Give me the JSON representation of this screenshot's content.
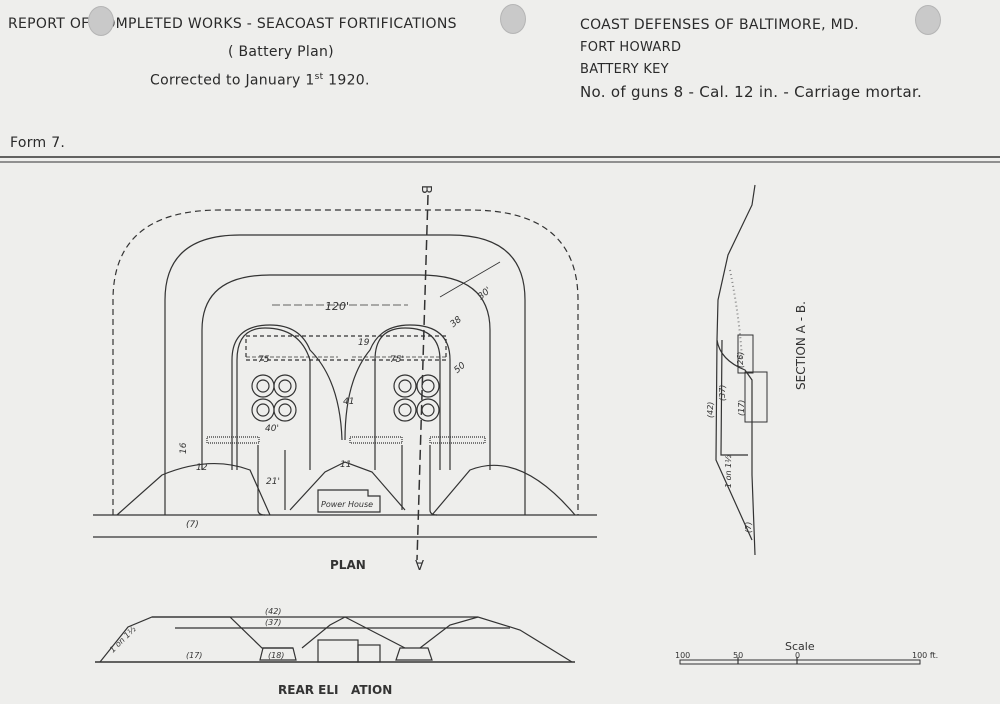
{
  "header": {
    "left": {
      "title": "REPORT OF COMPLETED WORKS - SEACOAST FORTIFICATIONS",
      "subtitle": "( Battery Plan)",
      "corrected_prefix": "Corrected to January 1",
      "corrected_sup": "st",
      "corrected_year": " 1920."
    },
    "right": {
      "line1": "COAST DEFENSES OF BALTIMORE, MD.",
      "line2": "FORT HOWARD",
      "line3": "BATTERY KEY",
      "line4": "No. of guns 8 - Cal. 12 in. - Carriage mortar."
    },
    "form": "Form 7."
  },
  "plan": {
    "label": "PLAN",
    "section_a": "A",
    "section_b": "B",
    "power_house": "Power House",
    "dims": {
      "d120": "120'",
      "d75a": "75",
      "d75b": "75'",
      "d38": "38",
      "d30": "30'",
      "d50": "50",
      "d40": "40'",
      "d21": "21'",
      "d12": "12",
      "d11": "11",
      "d41": "41",
      "d19": "19",
      "d16": "16",
      "elev7": "(7)"
    }
  },
  "section": {
    "label": "SECTION A - B.",
    "e42": "(42)",
    "e37": "(37)",
    "e17": "(17)",
    "e7": "(7)",
    "e26": "(26)",
    "slope": "1 on 1½"
  },
  "rear_elevation": {
    "label": "REAR ELI   ATION",
    "e42": "(42)",
    "e37": "(37)",
    "e17": "(17)",
    "e18": "(18)",
    "slope": "1 on 1½"
  },
  "scale": {
    "title": "Scale",
    "ticks": [
      "100",
      "50",
      "0",
      "100 ft."
    ]
  }
}
